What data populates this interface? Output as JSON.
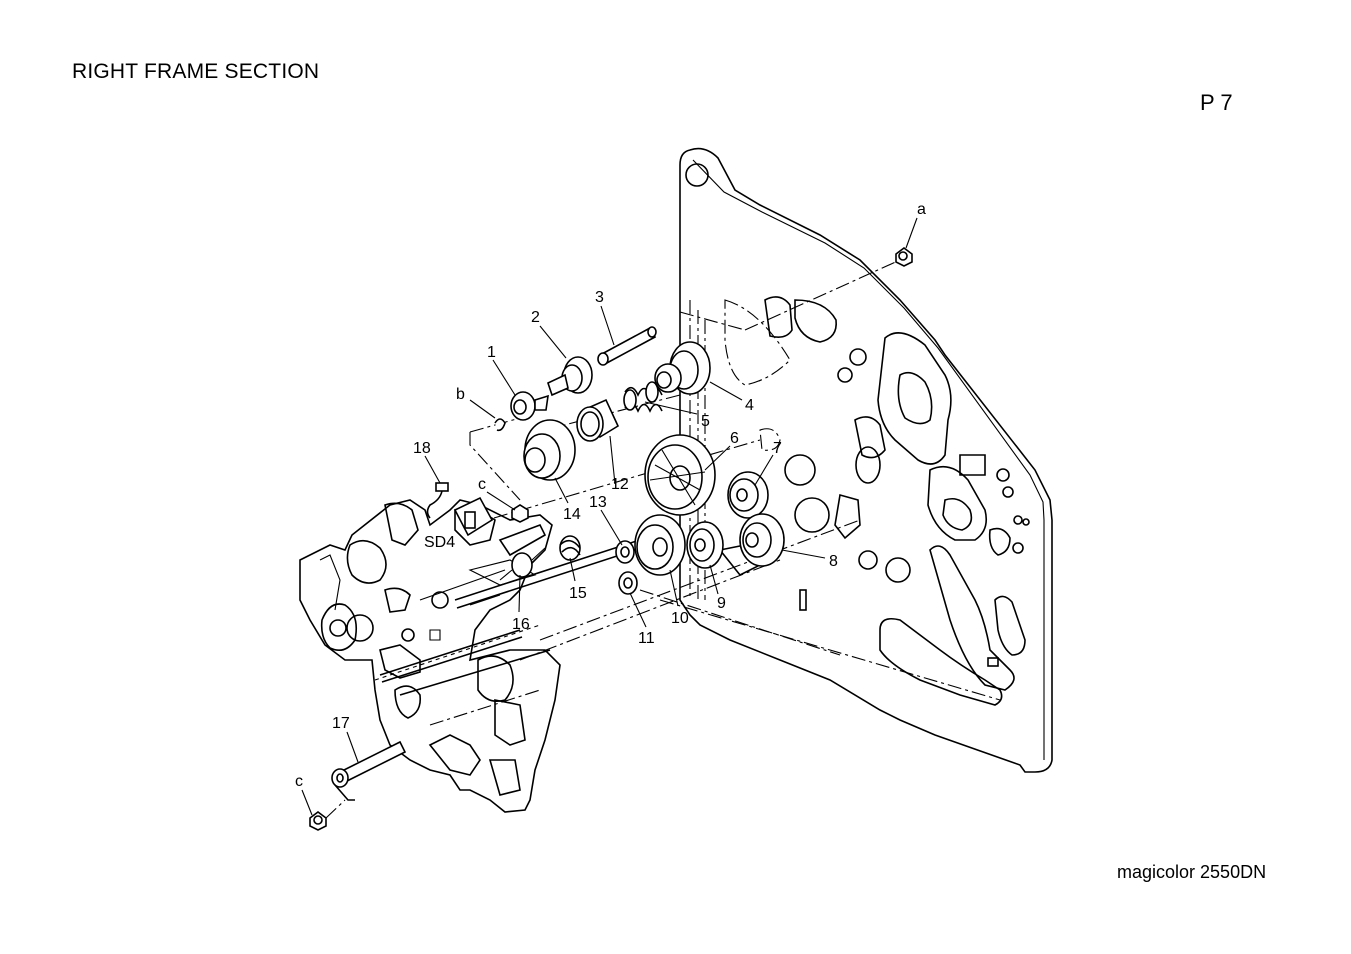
{
  "header": {
    "title": "RIGHT FRAME SECTION",
    "page": "P 7"
  },
  "footer": {
    "model": "magicolor 2550DN"
  },
  "callouts": [
    "1",
    "2",
    "3",
    "4",
    "5",
    "6",
    "7",
    "8",
    "9",
    "10",
    "11",
    "12",
    "13",
    "14",
    "15",
    "16",
    "17",
    "18",
    "a",
    "b",
    "c",
    "c"
  ],
  "component_labels": {
    "sensor": "SD4"
  }
}
